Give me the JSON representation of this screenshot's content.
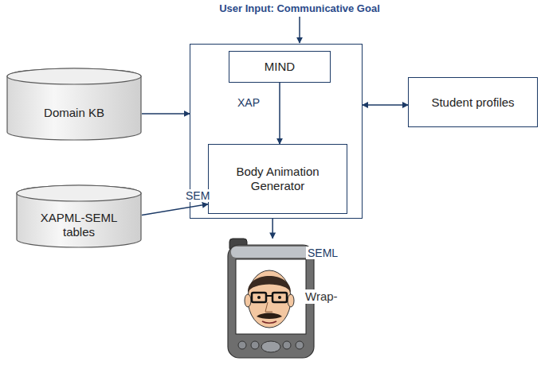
{
  "diagram": {
    "title": "User Input: Communicative Goal",
    "nodes": [
      {
        "text": []
      },
      {
        "text": [
          "MIND"
        ],
        "in": 0
      },
      {
        "text": [
          "Body Animation Generator"
        ],
        "in": 0
      },
      {
        "text": [
          "Domain KB"
        ]
      },
      {
        "text": [
          "XAPML-SEML tables"
        ]
      },
      {
        "text": [
          "Student profiles"
        ]
      },
      {
        "text": [
          "Wrap-"
        ]
      }
    ],
    "edges": [
      {
        "from": 1,
        "to": 2,
        "label": "XAP",
        "arrow": "to"
      },
      {
        "from": 3,
        "to": 0,
        "arrow": "to"
      },
      {
        "from": 4,
        "to": 2,
        "label": "SEM",
        "arrow": "to"
      },
      {
        "from": 0,
        "to": 5,
        "arrow": "both"
      },
      {
        "from": 0,
        "to": 6,
        "label": "SEML",
        "arrow": "to"
      }
    ]
  }
}
